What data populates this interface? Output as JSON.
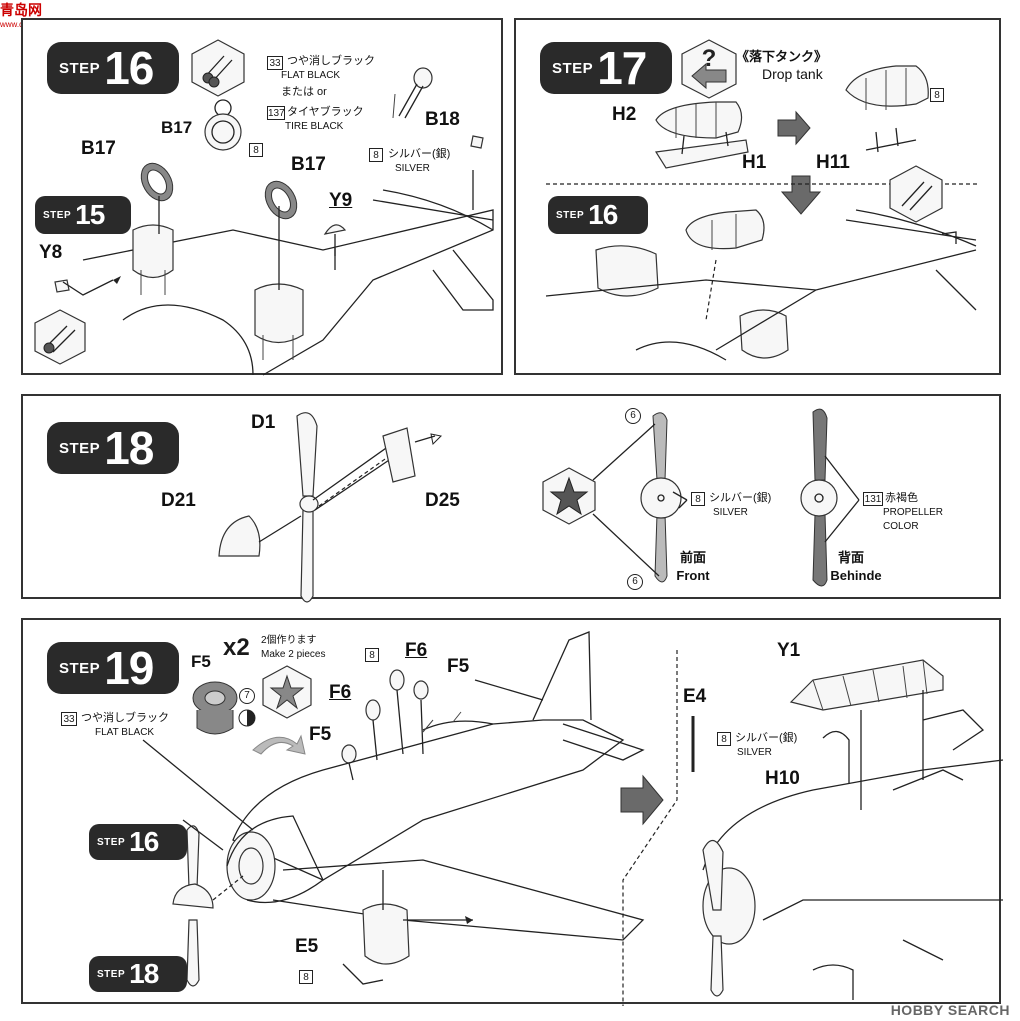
{
  "watermark_top": {
    "title": "青岛网",
    "sub": "www.qingdaonews.com"
  },
  "watermark_bottom": "HOBBY SEARCH",
  "step16": {
    "word": "STEP",
    "num": "16",
    "color_codes": [
      "33",
      "137",
      "8"
    ],
    "color_lines": [
      "つや消しブラック",
      "FLAT BLACK",
      "または  or",
      "タイヤブラック",
      "TIRE BLACK"
    ],
    "silver_lines": [
      "シルバー(銀)",
      "SILVER"
    ],
    "parts": {
      "b17a": "B17",
      "b17b": "B17",
      "b17c": "B17",
      "b18": "B18",
      "y9": "Y9",
      "y8": "Y8"
    },
    "ref_step": {
      "word": "STEP",
      "num": "15"
    }
  },
  "step17": {
    "word": "STEP",
    "num": "17",
    "title_jp": "《落下タンク》",
    "title_en": "Drop tank",
    "color_code": "8",
    "parts": {
      "h2": "H2",
      "h1": "H1",
      "h11": "H11"
    },
    "ref_step": {
      "word": "STEP",
      "num": "16"
    }
  },
  "step18": {
    "word": "STEP",
    "num": "18",
    "parts": {
      "d1": "D1",
      "d21": "D21",
      "d25": "D25"
    },
    "marks": {
      "top": "6",
      "bottom": "6"
    },
    "silver": {
      "code": "8",
      "lines": [
        "シルバー(銀)",
        "SILVER"
      ]
    },
    "prop": {
      "code": "131",
      "lines": [
        "赤褐色",
        "PROPELLER",
        "COLOR"
      ]
    },
    "front": {
      "jp": "前面",
      "en": "Front"
    },
    "behind": {
      "jp": "背面",
      "en": "Behinde"
    }
  },
  "step19": {
    "word": "STEP",
    "num": "19",
    "multiplier": "x2",
    "make_lines": [
      "2個作ります",
      "Make 2 pieces"
    ],
    "flat_black": {
      "code": "33",
      "lines": [
        "つや消しブラック",
        "FLAT BLACK"
      ]
    },
    "mark7": "7",
    "parts": {
      "f5a": "F5",
      "f5b": "F5",
      "f5c": "F5",
      "f6a": "F6",
      "f6b": "F6",
      "e5": "E5",
      "e4": "E4",
      "y1": "Y1",
      "h10": "H10"
    },
    "code8a": "8",
    "code8b": "8",
    "silver_lines": [
      "シルバー(銀)",
      "SILVER"
    ],
    "ref16": {
      "word": "STEP",
      "num": "16"
    },
    "ref18": {
      "word": "STEP",
      "num": "18"
    }
  }
}
